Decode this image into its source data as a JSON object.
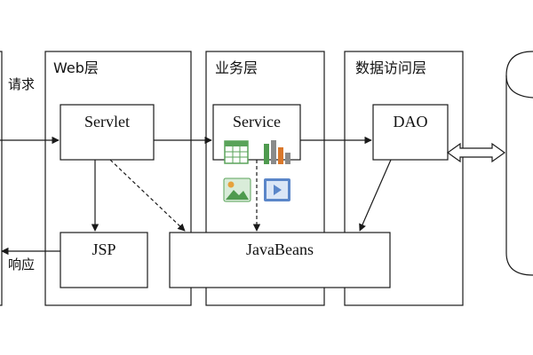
{
  "client": {
    "request_label": "请求",
    "response_label": "响应"
  },
  "layers": {
    "web": {
      "title": "Web层"
    },
    "business": {
      "title": "业务层"
    },
    "data": {
      "title": "数据访问层"
    }
  },
  "components": {
    "servlet": "Servlet",
    "jsp": "JSP",
    "service": "Service",
    "javabeans": "JavaBeans",
    "dao": "DAO"
  },
  "icons": {
    "service_row1": [
      "table-icon",
      "bar-chart-icon"
    ],
    "service_row2": [
      "image-icon",
      "video-icon"
    ]
  },
  "colors": {
    "stroke": "#1a1a1a",
    "table_green": "#5aa35a",
    "chart_green": "#4f9a4f",
    "chart_gray": "#8a8a8a",
    "chart_orange": "#d9772b",
    "image_bg": "#d9ecd9",
    "video_blue": "#5b86c9"
  }
}
